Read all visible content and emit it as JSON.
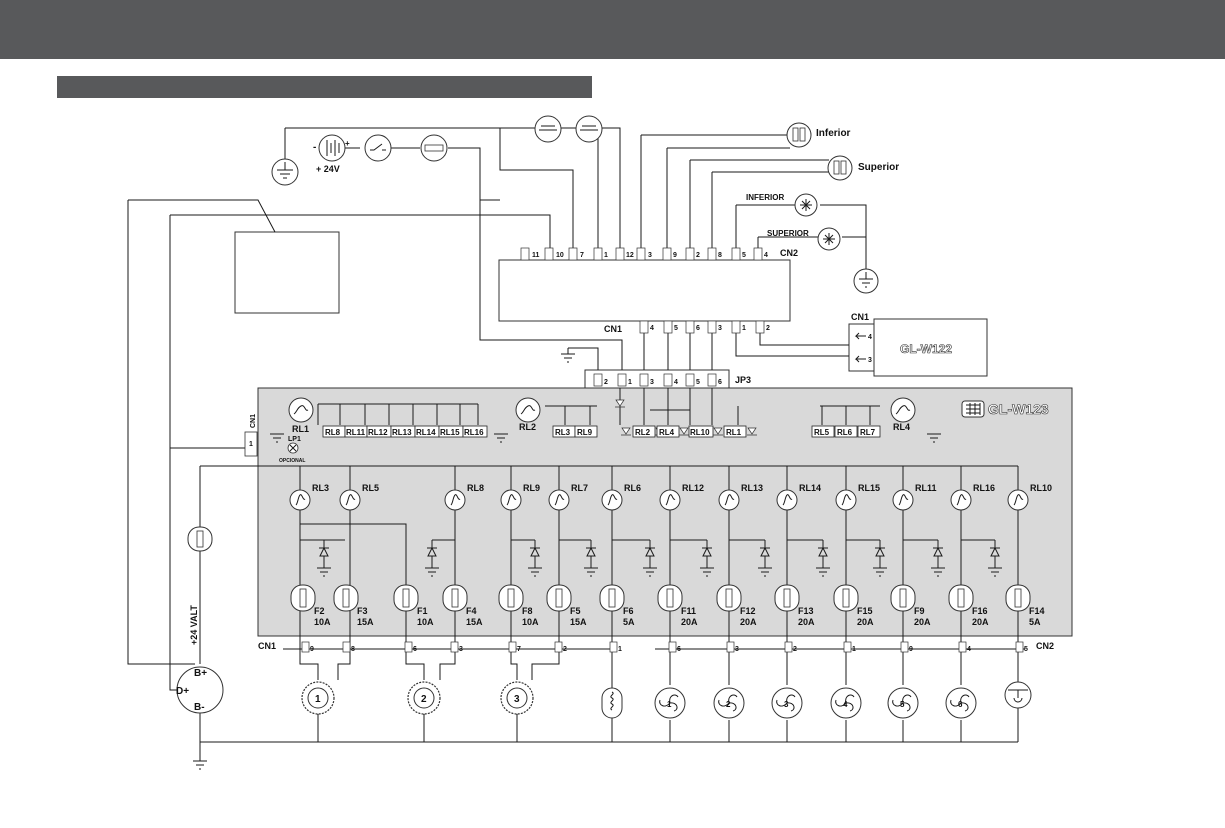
{
  "board_main": {
    "name": "GL-W123",
    "left_connector": "CN1",
    "right_connector": "CN2"
  },
  "board_aux": {
    "name": "GL-W122",
    "connector": "CN1",
    "pins": [
      "4",
      "3"
    ]
  },
  "top_controller": {
    "cn2_label": "CN2",
    "cn2_pins": [
      "11",
      "10",
      "7",
      "1",
      "12",
      "3",
      "9",
      "2",
      "8",
      "5",
      "4"
    ],
    "cn1_label": "CN1",
    "cn1_pins": [
      "4",
      "5",
      "6",
      "3",
      "1",
      "2"
    ]
  },
  "jp3": {
    "label": "JP3",
    "pins": [
      "2",
      "1",
      "3",
      "4",
      "5",
      "6"
    ]
  },
  "power": {
    "battery_label": "+ 24V",
    "feed_label": "+24 VALT",
    "minus": "-",
    "plus": "+"
  },
  "alternator": {
    "terminals": [
      "B+",
      "D+",
      "B-"
    ]
  },
  "sensors": {
    "inferior": "Inferior",
    "superior": "Superior"
  },
  "fan_sensors": {
    "inferior": "INFERIOR",
    "superior": "SUPERIOR"
  },
  "cn1_small": {
    "label": "CN1",
    "pin": "1"
  },
  "lp1": {
    "label": "LP1",
    "note": "OPCIONAL"
  },
  "top_relays": {
    "rl1": "RL1",
    "rl1_contacts": [
      "RL8",
      "RL11",
      "RL12",
      "RL13",
      "RL14",
      "RL15",
      "RL16"
    ],
    "rl2": "RL2",
    "rl2_contacts": [
      "RL3",
      "RL9"
    ],
    "middle_contacts": [
      "RL2",
      "RL4",
      "RL10",
      "RL1"
    ],
    "rl4": "RL4",
    "rl4_contacts": [
      "RL5",
      "RL6",
      "RL7"
    ]
  },
  "power_relays": [
    "RL3",
    "RL5",
    "RL8",
    "RL9",
    "RL7",
    "RL6",
    "RL12",
    "RL13",
    "RL14",
    "RL15",
    "RL11",
    "RL16",
    "RL10"
  ],
  "fuses": [
    {
      "name": "F2",
      "rating": "10A"
    },
    {
      "name": "F3",
      "rating": "15A"
    },
    {
      "name": "F1",
      "rating": "10A"
    },
    {
      "name": "F4",
      "rating": "15A"
    },
    {
      "name": "F8",
      "rating": "10A"
    },
    {
      "name": "F5",
      "rating": "15A"
    },
    {
      "name": "F6",
      "rating": "5A"
    },
    {
      "name": "F11",
      "rating": "20A"
    },
    {
      "name": "F12",
      "rating": "20A"
    },
    {
      "name": "F13",
      "rating": "20A"
    },
    {
      "name": "F15",
      "rating": "20A"
    },
    {
      "name": "F9",
      "rating": "20A"
    },
    {
      "name": "F16",
      "rating": "20A"
    },
    {
      "name": "F14",
      "rating": "5A"
    }
  ],
  "output_pins_cn1": [
    "9",
    "8",
    "6",
    "3",
    "7",
    "2",
    "1"
  ],
  "output_pins_cn2": [
    "6",
    "3",
    "2",
    "1",
    "9",
    "4",
    "5"
  ],
  "motors": [
    "1",
    "2",
    "3"
  ],
  "fans": [
    "1",
    "2",
    "3",
    "4",
    "5",
    "6"
  ]
}
